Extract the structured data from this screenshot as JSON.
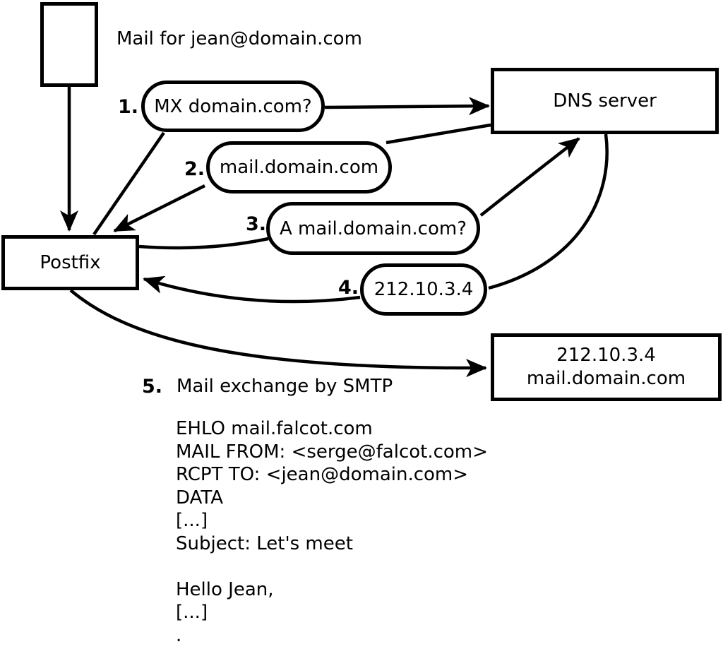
{
  "title": "Mail for jean@domain.com",
  "colors": {
    "stroke": "#000000",
    "background": "#ffffff"
  },
  "nodes": {
    "postfix": {
      "label": "Postfix"
    },
    "dns_server": {
      "label": "DNS server"
    },
    "mail_server": {
      "line1": "212.10.3.4",
      "line2": "mail.domain.com"
    }
  },
  "steps": [
    {
      "num": "1.",
      "label": "MX domain.com?"
    },
    {
      "num": "2.",
      "label": "mail.domain.com"
    },
    {
      "num": "3.",
      "label": "A mail.domain.com?"
    },
    {
      "num": "4.",
      "label": "212.10.3.4"
    },
    {
      "num": "5.",
      "label": "Mail exchange by SMTP"
    }
  ],
  "smtp_session": [
    "EHLO mail.falcot.com",
    "MAIL FROM: <serge@falcot.com>",
    "RCPT TO: <jean@domain.com>",
    "DATA",
    "[...]",
    "Subject: Let's meet",
    "",
    "Hello Jean,",
    "[...]",
    "."
  ]
}
